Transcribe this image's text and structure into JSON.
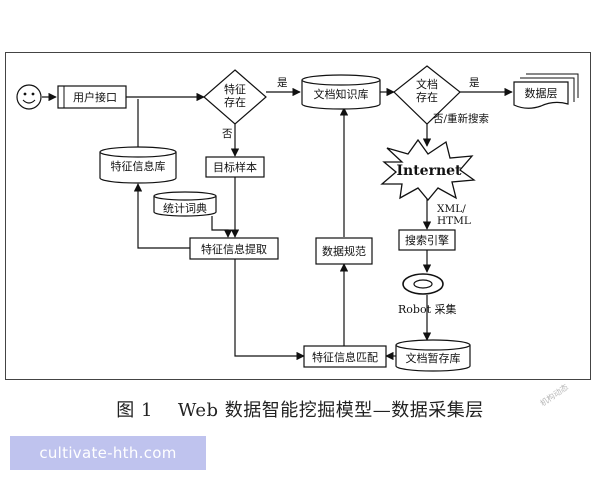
{
  "diagram": {
    "nodes": {
      "user_interface": "用户接口",
      "feature_exists": "特征\n存在",
      "doc_knowledge_base": "文档知识库",
      "doc_exists": "文档\n存在",
      "data_layer": "数据层",
      "feature_info_base": "特征信息库",
      "target_sample": "目标样本",
      "stat_dictionary": "统计词典",
      "feature_extraction": "特征信息提取",
      "data_normalization": "数据规范",
      "internet": "Internet",
      "search_engine": "搜索引擎",
      "robot_collect": "Robot 采集",
      "feature_matching": "特征信息匹配",
      "doc_temp_store": "文档暂存库"
    },
    "edge_labels": {
      "yes_1": "是",
      "no_1": "否",
      "yes_2": "是",
      "no_research": "否/重新搜索",
      "xml_html": "XML/\nHTML"
    }
  },
  "caption": {
    "figure_no": "图 1",
    "title": "Web 数据智能挖掘模型—数据采集层"
  },
  "watermarks": {
    "site": "cultivate-hth.com",
    "corner": "机构动态"
  }
}
